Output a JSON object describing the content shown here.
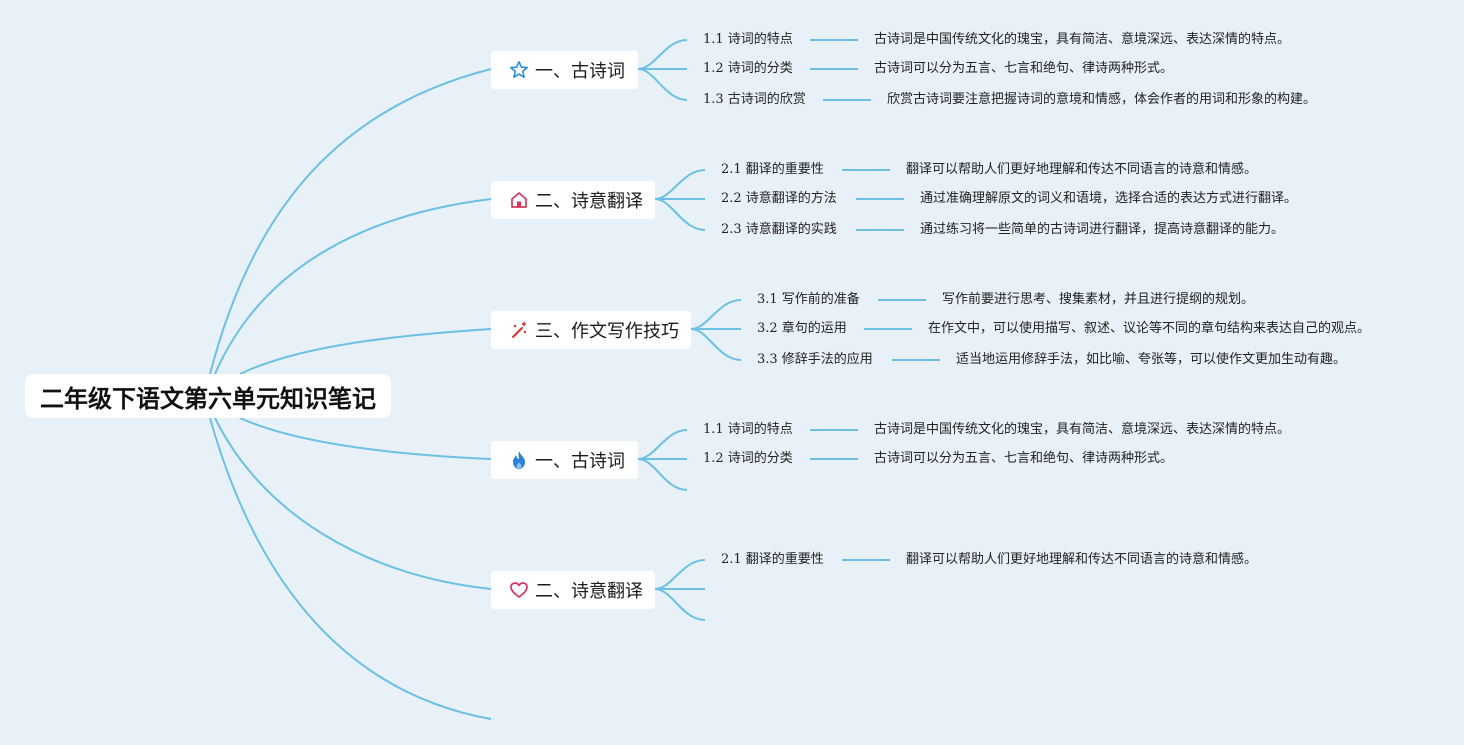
{
  "root": {
    "title": "二年级下语文第六单元知识笔记"
  },
  "colors": {
    "line": "#6cc0e5",
    "background": "#e8f0f8"
  },
  "topics": [
    {
      "label": "一、古诗词",
      "icon": "star-icon",
      "items": [
        {
          "title": "1.1 诗词的特点",
          "desc": "古诗词是中国传统文化的瑰宝，具有简洁、意境深远、表达深情的特点。"
        },
        {
          "title": "1.2 诗词的分类",
          "desc": "古诗词可以分为五言、七言和绝句、律诗两种形式。"
        },
        {
          "title": "1.3 古诗词的欣赏",
          "desc": "欣赏古诗词要注意把握诗词的意境和情感，体会作者的用词和形象的构建。"
        }
      ]
    },
    {
      "label": "二、诗意翻译",
      "icon": "home-icon",
      "items": [
        {
          "title": "2.1 翻译的重要性",
          "desc": "翻译可以帮助人们更好地理解和传达不同语言的诗意和情感。"
        },
        {
          "title": "2.2 诗意翻译的方法",
          "desc": "通过准确理解原文的词义和语境，选择合适的表达方式进行翻译。"
        },
        {
          "title": "2.3 诗意翻译的实践",
          "desc": "通过练习将一些简单的古诗词进行翻译，提高诗意翻译的能力。"
        }
      ]
    },
    {
      "label": "三、作文写作技巧",
      "icon": "magic-wand-icon",
      "items": [
        {
          "title": "3.1 写作前的准备",
          "desc": "写作前要进行思考、搜集素材，并且进行提纲的规划。"
        },
        {
          "title": "3.2 章句的运用",
          "desc": "在作文中，可以使用描写、叙述、议论等不同的章句结构来表达自己的观点。"
        },
        {
          "title": "3.3 修辞手法的应用",
          "desc": "适当地运用修辞手法，如比喻、夸张等，可以使作文更加生动有趣。"
        }
      ]
    },
    {
      "label": "一、古诗词",
      "icon": "fire-icon",
      "items": [
        {
          "title": "1.1 诗词的特点",
          "desc": "古诗词是中国传统文化的瑰宝，具有简洁、意境深远、表达深情的特点。"
        },
        {
          "title": "1.2 诗词的分类",
          "desc": "古诗词可以分为五言、七言和绝句、律诗两种形式。"
        }
      ]
    },
    {
      "label": "二、诗意翻译",
      "icon": "heart-icon",
      "items": [
        {
          "title": "2.1 翻译的重要性",
          "desc": "翻译可以帮助人们更好地理解和传达不同语言的诗意和情感。"
        }
      ]
    }
  ]
}
